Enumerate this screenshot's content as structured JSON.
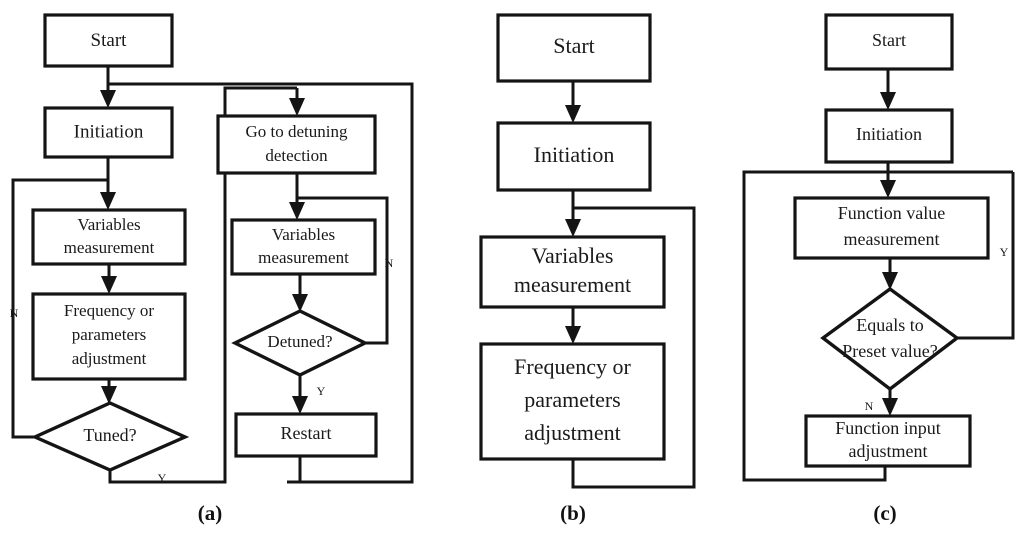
{
  "figure": {
    "type": "flowchart-figure",
    "panel_count": 3,
    "background_color": "#ffffff",
    "line_color": "#141414"
  },
  "panels": [
    {
      "id": "a",
      "caption": "(a)",
      "nodes": [
        {
          "key": "start",
          "shape": "rectangle",
          "lines": [
            "Start"
          ]
        },
        {
          "key": "initiation",
          "shape": "rectangle",
          "lines": [
            "Initiation"
          ]
        },
        {
          "key": "variables",
          "shape": "rectangle",
          "lines": [
            "Variables",
            "measurement"
          ]
        },
        {
          "key": "adjustment",
          "shape": "rectangle",
          "lines": [
            "Frequency or",
            "parameters",
            "adjustment"
          ]
        },
        {
          "key": "tuned",
          "shape": "diamond",
          "lines": [
            "Tuned?"
          ]
        },
        {
          "key": "go_to_detuning",
          "shape": "rectangle",
          "lines": [
            "Go to detuning",
            "detection"
          ]
        },
        {
          "key": "variables2",
          "shape": "rectangle",
          "lines": [
            "Variables",
            "measurement"
          ]
        },
        {
          "key": "detuned",
          "shape": "diamond",
          "lines": [
            "Detuned?"
          ]
        },
        {
          "key": "restart",
          "shape": "rectangle",
          "lines": [
            "Restart"
          ]
        }
      ],
      "branch_labels": [
        {
          "key": "tuned_no",
          "text": "N"
        },
        {
          "key": "tuned_yes",
          "text": "Y"
        },
        {
          "key": "detuned_no",
          "text": "N"
        },
        {
          "key": "detuned_yes",
          "text": "Y"
        }
      ]
    },
    {
      "id": "b",
      "caption": "(b)",
      "nodes": [
        {
          "key": "start",
          "shape": "rectangle",
          "lines": [
            "Start"
          ]
        },
        {
          "key": "initiation",
          "shape": "rectangle",
          "lines": [
            "Initiation"
          ]
        },
        {
          "key": "variables",
          "shape": "rectangle",
          "lines": [
            "Variables",
            "measurement"
          ]
        },
        {
          "key": "adjustment",
          "shape": "rectangle",
          "lines": [
            "Frequency or",
            "parameters",
            "adjustment"
          ]
        }
      ],
      "branch_labels": []
    },
    {
      "id": "c",
      "caption": "(c)",
      "nodes": [
        {
          "key": "start",
          "shape": "rectangle",
          "lines": [
            "Start"
          ]
        },
        {
          "key": "initiation",
          "shape": "rectangle",
          "lines": [
            "Initiation"
          ]
        },
        {
          "key": "func_value",
          "shape": "rectangle",
          "lines": [
            "Function value",
            "measurement"
          ]
        },
        {
          "key": "equals",
          "shape": "diamond",
          "lines": [
            "Equals to",
            "Preset value?"
          ]
        },
        {
          "key": "func_input",
          "shape": "rectangle",
          "lines": [
            "Function input",
            "adjustment"
          ]
        }
      ],
      "branch_labels": [
        {
          "key": "equals_yes",
          "text": "Y"
        },
        {
          "key": "equals_no",
          "text": "N"
        }
      ]
    }
  ],
  "labels": {
    "a": {
      "start": "Start",
      "initiation": "Initiation",
      "variables_l1": "Variables",
      "variables_l2": "measurement",
      "adjust_l1": "Frequency or",
      "adjust_l2": "parameters",
      "adjust_l3": "adjustment",
      "tuned": "Tuned?",
      "goto_l1": "Go to detuning",
      "goto_l2": "detection",
      "variables2_l1": "Variables",
      "variables2_l2": "measurement",
      "detuned": "Detuned?",
      "restart": "Restart",
      "n_tuned": "N",
      "y_tuned": "Y",
      "n_detuned": "N",
      "y_detuned": "Y",
      "caption": "(a)"
    },
    "b": {
      "start": "Start",
      "initiation": "Initiation",
      "variables_l1": "Variables",
      "variables_l2": "measurement",
      "adjust_l1": "Frequency or",
      "adjust_l2": "parameters",
      "adjust_l3": "adjustment",
      "caption": "(b)"
    },
    "c": {
      "start": "Start",
      "initiation": "Initiation",
      "funcval_l1": "Function value",
      "funcval_l2": "measurement",
      "equals_l1": "Equals to",
      "equals_l2": "Preset value?",
      "funcin_l1": "Function input",
      "funcin_l2": "adjustment",
      "y_equals": "Y",
      "n_equals": "N",
      "caption": "(c)"
    }
  }
}
